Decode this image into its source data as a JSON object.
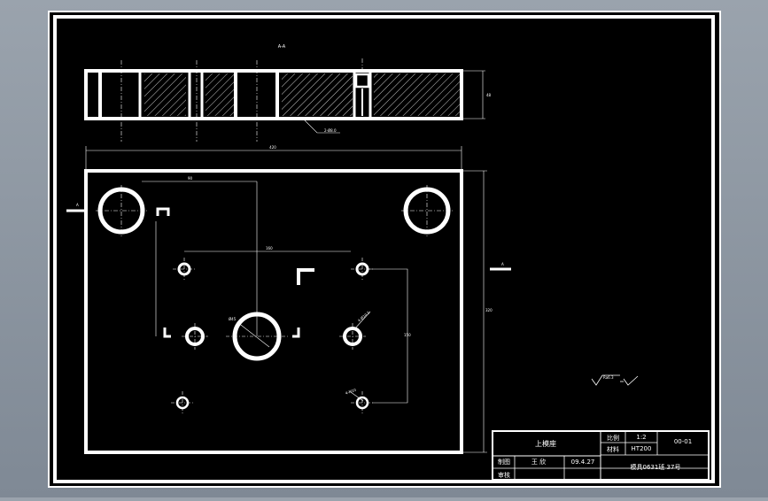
{
  "drawing": {
    "background_color": "#000000",
    "line_color": "#ffffff",
    "top_view_label": "A-A",
    "section_label": "A",
    "scale_note": "2-Ø8.0"
  },
  "dimensions": {
    "overall_width": "420",
    "overall_height": "320",
    "section_thickness": "48",
    "center_offset": "90",
    "hole_spacing": "160",
    "right_vertical": "150",
    "hole_note_1": "4-Ø10.5",
    "hole_note_2": "4-M10",
    "hole_note_3": "Ø45"
  },
  "roughness_note": "Ra6.3",
  "title_block": {
    "part_name": "上模座",
    "scale_label": "比例",
    "scale_value": "1:2",
    "material_label": "材料",
    "material_value": "HT200",
    "drawing_number": "00-01",
    "drawn_label": "制图",
    "drawn_by": "王 欣",
    "date": "09.4.27",
    "reviewed_label": "审核",
    "school": "模具0631班  37号"
  }
}
